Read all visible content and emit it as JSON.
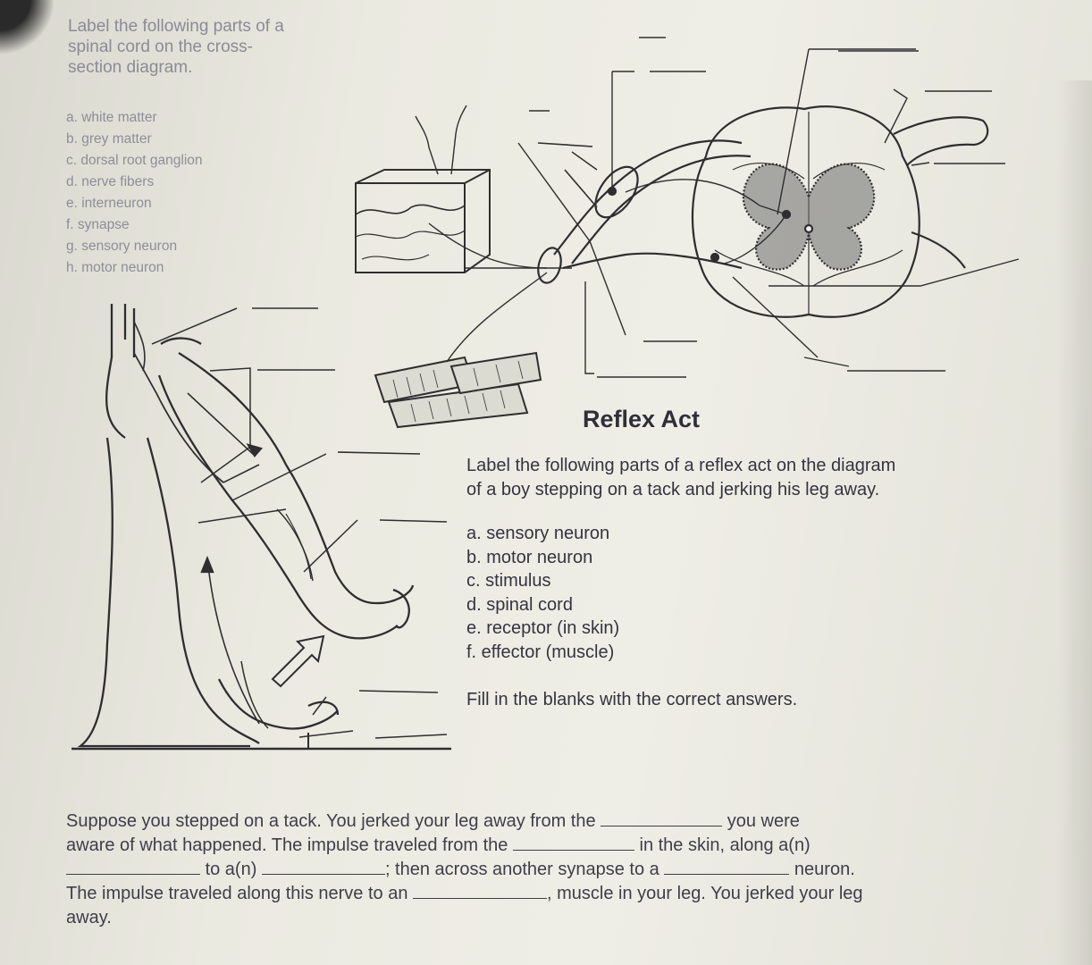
{
  "spinal_section": {
    "intro_lines": [
      "Label the following parts of a",
      "spinal cord on the cross-",
      "section diagram."
    ],
    "items": [
      "a. white matter",
      "b. grey matter",
      "c. dorsal root ganglion",
      "d. nerve fibers",
      "e. interneuron",
      "f. synapse",
      "g. sensory neuron",
      "h. motor neuron"
    ]
  },
  "reflex": {
    "title": "Reflex Act",
    "instruction_lines": [
      "Label the following parts of a reflex act on the diagram",
      "of a boy stepping on a tack and jerking his leg away."
    ],
    "items": [
      "a. sensory neuron",
      "b. motor neuron",
      "c. stimulus",
      "d. spinal cord",
      "e. receptor (in skin)",
      "f. effector (muscle)"
    ],
    "fill_instruction": "Fill in the blanks with the correct answers."
  },
  "paragraph": {
    "l1a": "Suppose you stepped on a tack.  You jerked your leg away from the",
    "l1b": "you were",
    "l2a": "aware of what happened.  The impulse traveled from the",
    "l2b": "in the skin, along  a(n)",
    "l3a": "to a(n)",
    "l3b": "; then across another synapse to a",
    "l3c": "neuron.",
    "l4a": "The impulse traveled along this nerve to an",
    "l4b": ", muscle in your leg.  You jerked your leg",
    "l5": "away."
  }
}
